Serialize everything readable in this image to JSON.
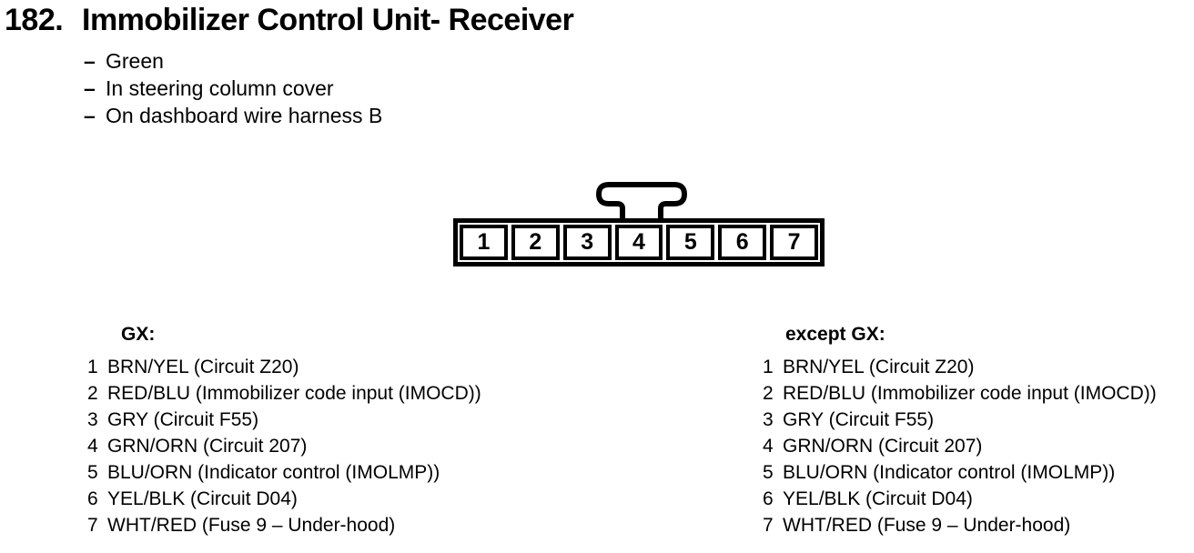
{
  "header": {
    "number": "182.",
    "title": "Immobilizer Control Unit- Receiver",
    "notes": [
      {
        "dash": "–",
        "text": "Green"
      },
      {
        "dash": "–",
        "text": "In steering column cover"
      },
      {
        "dash": "–",
        "text": "On dashboard wire harness B"
      }
    ]
  },
  "connector": {
    "pins": [
      "1",
      "2",
      "3",
      "4",
      "5",
      "6",
      "7"
    ]
  },
  "pinouts": {
    "gx": {
      "heading": "GX:",
      "items": [
        {
          "num": "1",
          "desc": "BRN/YEL (Circuit Z20)"
        },
        {
          "num": "2",
          "desc": "RED/BLU (Immobilizer code input (IMOCD))"
        },
        {
          "num": "3",
          "desc": "GRY (Circuit F55)"
        },
        {
          "num": "4",
          "desc": "GRN/ORN (Circuit 207)"
        },
        {
          "num": "5",
          "desc": "BLU/ORN (Indicator control (IMOLMP))"
        },
        {
          "num": "6",
          "desc": "YEL/BLK (Circuit D04)"
        },
        {
          "num": "7",
          "desc": "WHT/RED (Fuse 9 – Under-hood)"
        }
      ]
    },
    "except_gx": {
      "heading": "except GX:",
      "items": [
        {
          "num": "1",
          "desc": "BRN/YEL (Circuit Z20)"
        },
        {
          "num": "2",
          "desc": "RED/BLU (Immobilizer code input (IMOCD))"
        },
        {
          "num": "3",
          "desc": "GRY (Circuit F55)"
        },
        {
          "num": "4",
          "desc": "GRN/ORN (Circuit 207)"
        },
        {
          "num": "5",
          "desc": "BLU/ORN (Indicator control (IMOLMP))"
        },
        {
          "num": "6",
          "desc": "YEL/BLK (Circuit D04)"
        },
        {
          "num": "7",
          "desc": "WHT/RED (Fuse 9 – Under-hood)"
        }
      ]
    }
  },
  "colors": {
    "ink": "#000000",
    "paper": "#ffffff"
  }
}
